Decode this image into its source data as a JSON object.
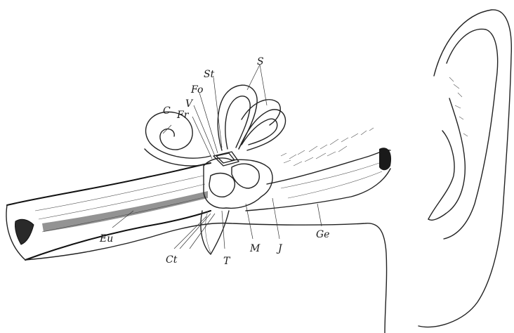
{
  "figure": {
    "background": "#ffffff",
    "ink_color": "#222222",
    "labels": {
      "S": "S",
      "St": "St",
      "Fo": "Fo",
      "V": "V",
      "Fr": "Fr",
      "C": "C",
      "Eu": "Eu",
      "Ct": "Ct",
      "T": "T",
      "M": "M",
      "J": "J",
      "Ge": "Ge"
    }
  }
}
